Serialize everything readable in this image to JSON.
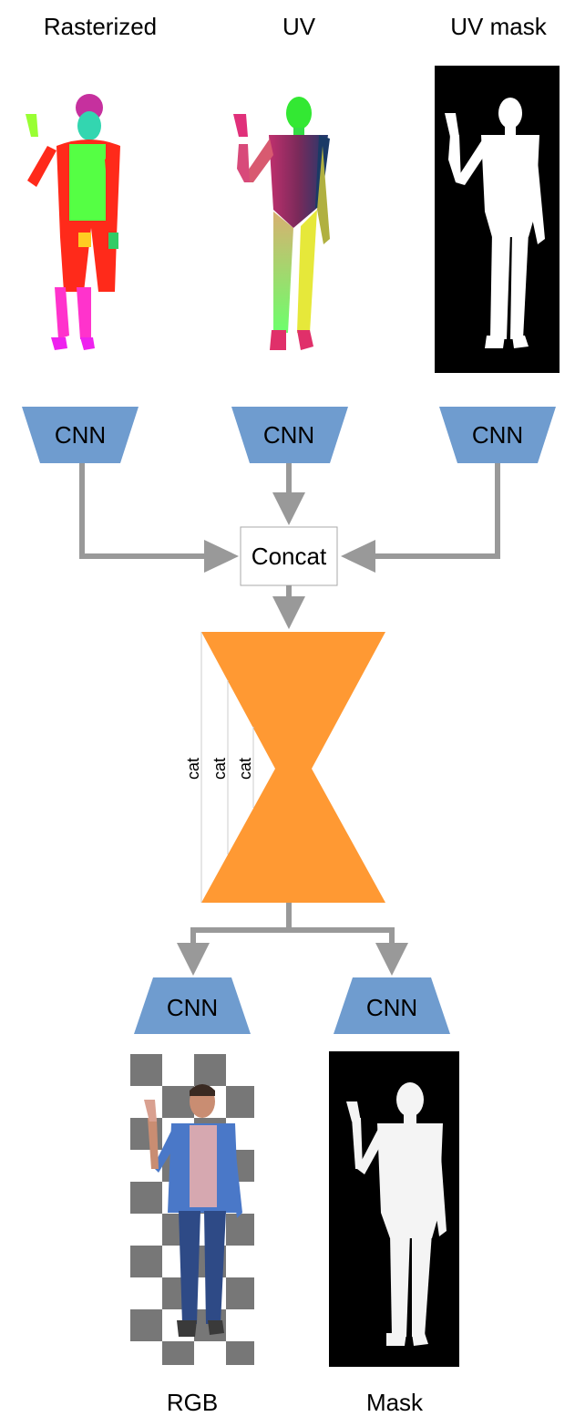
{
  "inputs": {
    "rasterized_label": "Rasterized",
    "uv_label": "UV",
    "uv_mask_label": "UV mask"
  },
  "encoders": [
    "CNN",
    "CNN",
    "CNN"
  ],
  "concat_label": "Concat",
  "unet": {
    "skip_labels": [
      "cat",
      "cat",
      "cat"
    ],
    "color": "#ff9933"
  },
  "decoders": [
    "CNN",
    "CNN"
  ],
  "outputs": {
    "rgb_label": "RGB",
    "mask_label": "Mask"
  },
  "colors": {
    "cnn_block": "#6f9ccf",
    "arrow": "#999999",
    "accent": "#ff9933"
  }
}
